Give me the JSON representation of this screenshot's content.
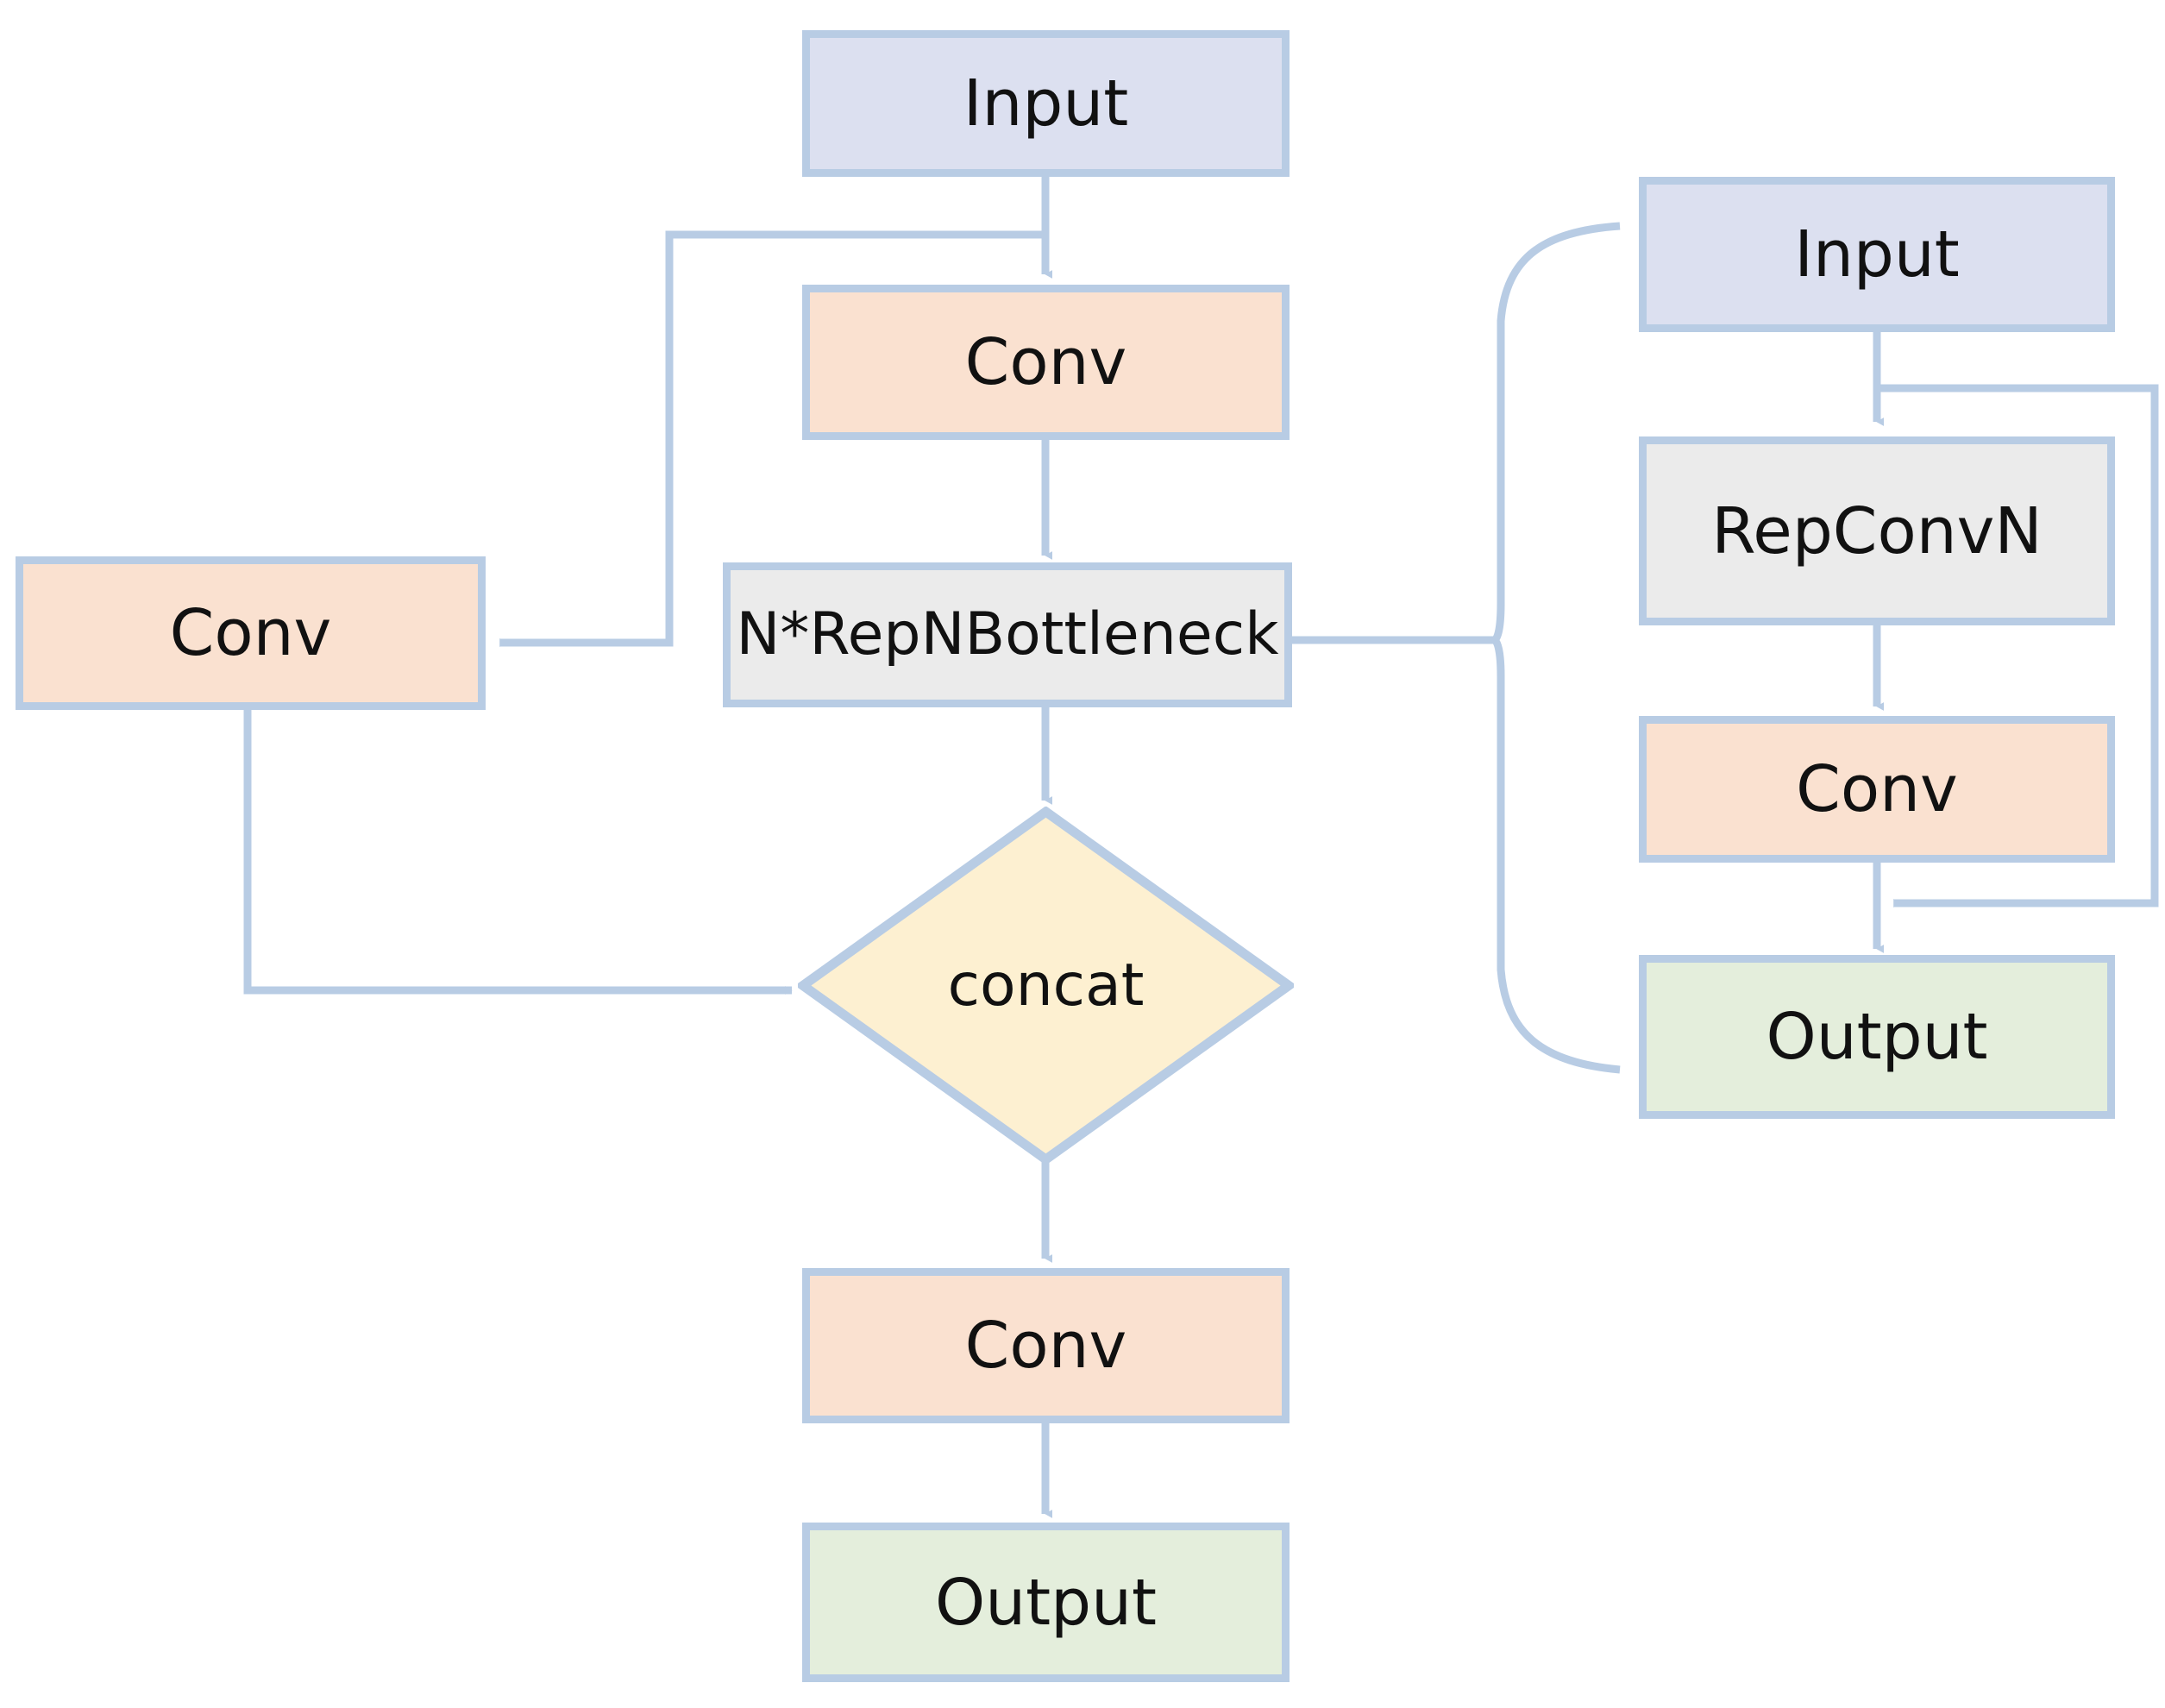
{
  "diagram": {
    "title_text": "",
    "palette": {
      "input_fill": "#dce0f0",
      "conv_fill": "#fae1d0",
      "block_fill": "#ebebeb",
      "concat_fill": "#fdf0d1",
      "output_fill": "#e4eedc",
      "border": "#b8cce4",
      "edge": "#b8cce4",
      "text": "#111111",
      "background": "#ffffff"
    },
    "main_flow": {
      "input": "Input",
      "conv_top": "Conv",
      "repn_bottleneck": "N*RepNBottleneck",
      "conv_branch": "Conv",
      "concat": "concat",
      "conv_bottom": "Conv",
      "output": "Output"
    },
    "sub_flow": {
      "input": "Input",
      "repconvn": "RepConvN",
      "conv": "Conv",
      "output": "Output"
    },
    "edges": [
      {
        "from": "Input",
        "to": "Conv"
      },
      {
        "from": "Input",
        "to": "Conv (branch)"
      },
      {
        "from": "Conv",
        "to": "N*RepNBottleneck"
      },
      {
        "from": "N*RepNBottleneck",
        "to": "concat"
      },
      {
        "from": "Conv (branch)",
        "to": "concat"
      },
      {
        "from": "concat",
        "to": "Conv"
      },
      {
        "from": "Conv",
        "to": "Output"
      },
      {
        "from": "N*RepNBottleneck",
        "to": "RepNBottleneck detail"
      },
      {
        "from": "Input",
        "to": "RepConvN"
      },
      {
        "from": "RepConvN",
        "to": "Conv"
      },
      {
        "from": "Conv",
        "to": "Output"
      },
      {
        "from": "Input",
        "to": "Output (residual)"
      }
    ]
  }
}
